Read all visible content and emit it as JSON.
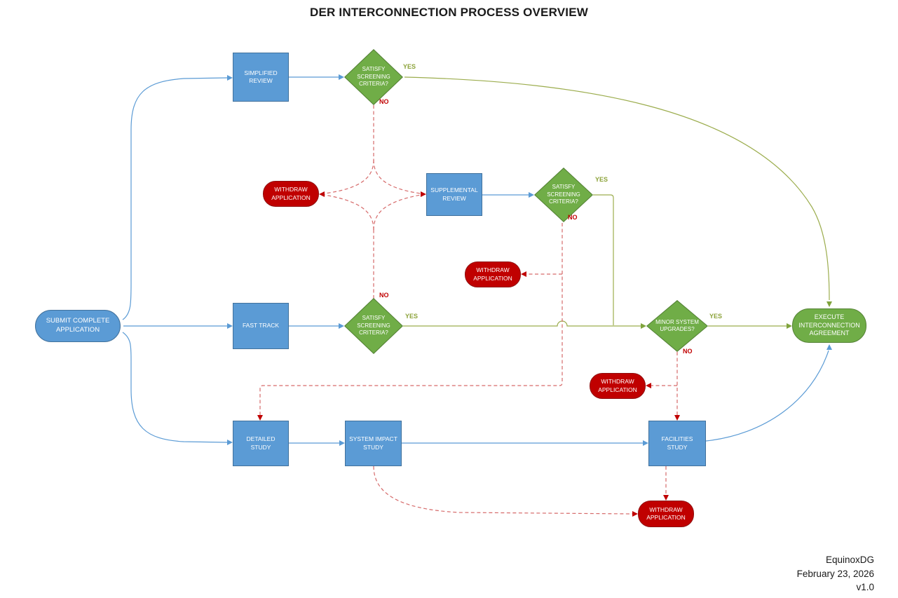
{
  "title": "DER INTERCONNECTION PROCESS OVERVIEW",
  "colors": {
    "process_fill": "#5B9BD5",
    "process_border": "#41719C",
    "decision_fill": "#70AD47",
    "decision_border": "#548235",
    "terminal_fill": "#C00000",
    "terminal_border": "#8F1010",
    "edge_blue": "#5B9BD5",
    "edge_yes": "#9CAD4E",
    "edge_no": "#D66A6A",
    "label_yes": "#8CA33A",
    "arrow_yes": "#7FA33C",
    "label_no": "#C00000"
  },
  "nodes": {
    "submit": {
      "label": "SUBMIT COMPLETE APPLICATION"
    },
    "simplified_review": {
      "label": "SIMPLIFIED REVIEW"
    },
    "screening1": {
      "label": "SATISFY SCREENING CRITERIA?"
    },
    "withdraw_mid": {
      "label": "WITHDRAW APPLICATION"
    },
    "supplemental_review": {
      "label": "SUPPLEMENTAL REVIEW"
    },
    "screening2": {
      "label": "SATISFY SCREENING CRITERIA?"
    },
    "withdraw_supp": {
      "label": "WITHDRAW APPLICATION"
    },
    "fast_track": {
      "label": "FAST TRACK"
    },
    "screening3": {
      "label": "SATISFY SCREENING CRITERIA?"
    },
    "minor_upgrades": {
      "label": "MINOR SYSTEM UPGRADES?"
    },
    "withdraw_minor": {
      "label": "WITHDRAW APPLICATION"
    },
    "execute": {
      "label": "EXECUTE INTERCONNECTION AGREEMENT"
    },
    "detailed_study": {
      "label": "DETAILED STUDY"
    },
    "system_impact": {
      "label": "SYSTEM IMPACT STUDY"
    },
    "facilities": {
      "label": "FACILITIES STUDY"
    },
    "withdraw_final": {
      "label": "WITHDRAW APPLICATION"
    }
  },
  "edge_labels": {
    "yes": "YES",
    "no": "NO"
  },
  "footer": {
    "company": "EquinoxDG",
    "date": "February 23, 2026",
    "version": "v1.0"
  }
}
